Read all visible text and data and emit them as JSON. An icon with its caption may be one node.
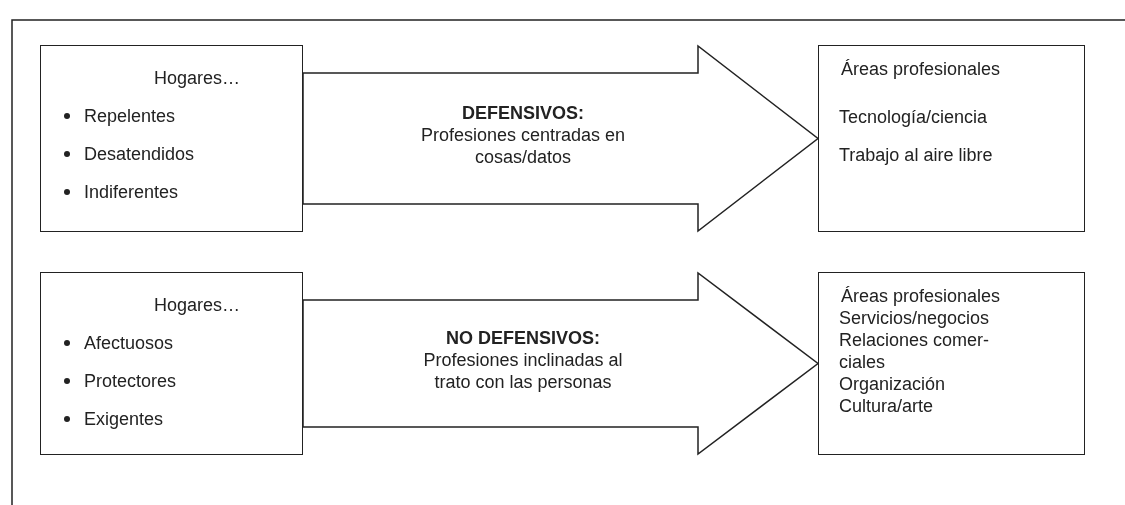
{
  "diagram": {
    "nodes": [
      {
        "text": [
          "Hogares…",
          "Repelentes",
          "Desatendidos",
          "Indiferentes"
        ]
      },
      {
        "text": [
          "Áreas profesionales",
          "Tecnología/ciencia",
          "Trabajo al aire libre"
        ]
      },
      {
        "text": [
          "Hogares…",
          "Afectuosos",
          "Protectores",
          "Exigentes"
        ]
      },
      {
        "text": [
          "Áreas profesionales",
          "Servicios/negocios",
          "Relaciones comer-ciales",
          "Organización",
          "Cultura/arte"
        ]
      }
    ],
    "edges": [
      {
        "from": 0,
        "to": 1,
        "arrow": "to",
        "label": "**DEFENSIVOS:** Profesiones centradas en cosas/datos"
      },
      {
        "from": 2,
        "to": 3,
        "arrow": "to",
        "label": "**NO DEFENSIVOS:** Profesiones inclinadas al trato con las personas"
      }
    ]
  }
}
